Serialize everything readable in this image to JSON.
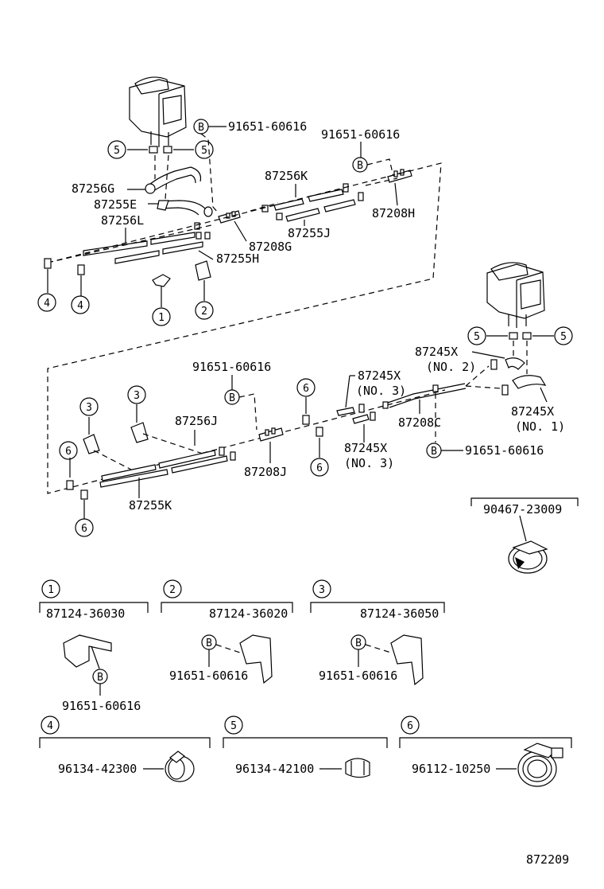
{
  "diagram_id": "872209",
  "circle_b": "B",
  "part_labels": {
    "p87256G": "87256G",
    "p87255E": "87255E",
    "p87256L": "87256L",
    "p87208G": "87208G",
    "p87255H": "87255H",
    "p87256K": "87256K",
    "p87255J": "87255J",
    "p87208H": "87208H",
    "p87256J": "87256J",
    "p87255K": "87255K",
    "p87208J": "87208J",
    "p87208C": "87208C",
    "p87245X_no2": "87245X",
    "no2": "(NO. 2)",
    "p87245X_no3a": "87245X",
    "no3a": "(NO. 3)",
    "p87245X_no3b": "87245X",
    "no3b": "(NO. 3)",
    "p87245X_no1": "87245X",
    "no1": "(NO. 1)",
    "bolt_top_a": "91651-60616",
    "bolt_top_b": "91651-60616",
    "bolt_mid": "91651-60616",
    "bolt_right": "91651-60616",
    "clamp_90467": "90467-23009"
  },
  "callouts": {
    "c1": "1",
    "c2": "2",
    "c3": "3",
    "c4": "4",
    "c5": "5",
    "c6": "6"
  },
  "detail_boxes": {
    "d1": {
      "num": "1",
      "part": "87124-36030",
      "bolt": "91651-60616"
    },
    "d2": {
      "num": "2",
      "part": "87124-36020",
      "bolt": "91651-60616"
    },
    "d3": {
      "num": "3",
      "part": "87124-36050",
      "bolt": "91651-60616"
    },
    "d4": {
      "num": "4",
      "part": "96134-42300"
    },
    "d5": {
      "num": "5",
      "part": "96134-42100"
    },
    "d6": {
      "num": "6",
      "part": "96112-10250"
    }
  }
}
